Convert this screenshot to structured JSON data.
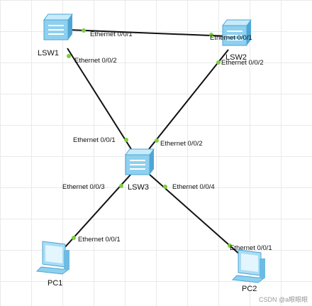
{
  "devices": {
    "lsw1": "LSW1",
    "lsw2": "LSW2",
    "lsw3": "LSW3",
    "pc1": "PC1",
    "pc2": "PC2"
  },
  "ports": {
    "lsw1_lsw2_a": "Ethernet 0/0/1",
    "lsw1_lsw2_b": "Ethernet 0/0/1",
    "lsw1_lsw3_a": "Ethernet 0/0/2",
    "lsw1_lsw3_b": "Ethernet 0/0/1",
    "lsw2_lsw3_a": "Ethernet 0/0/2",
    "lsw2_lsw3_b": "Ethernet 0/0/2",
    "lsw3_pc1_a": "Ethernet 0/0/3",
    "lsw3_pc1_b": "Ethernet 0/0/1",
    "lsw3_pc2_a": "Ethernet 0/0/4",
    "lsw3_pc2_b": "Ethernet 0/0/1"
  },
  "watermark": "CSDN @a眼眼眼",
  "colors": {
    "link": "#111111",
    "port_dot": "#7ccf3a",
    "switch_body": "#8ed0ef",
    "switch_dark": "#4ea6d6",
    "pc_body": "#a9dcf4"
  }
}
